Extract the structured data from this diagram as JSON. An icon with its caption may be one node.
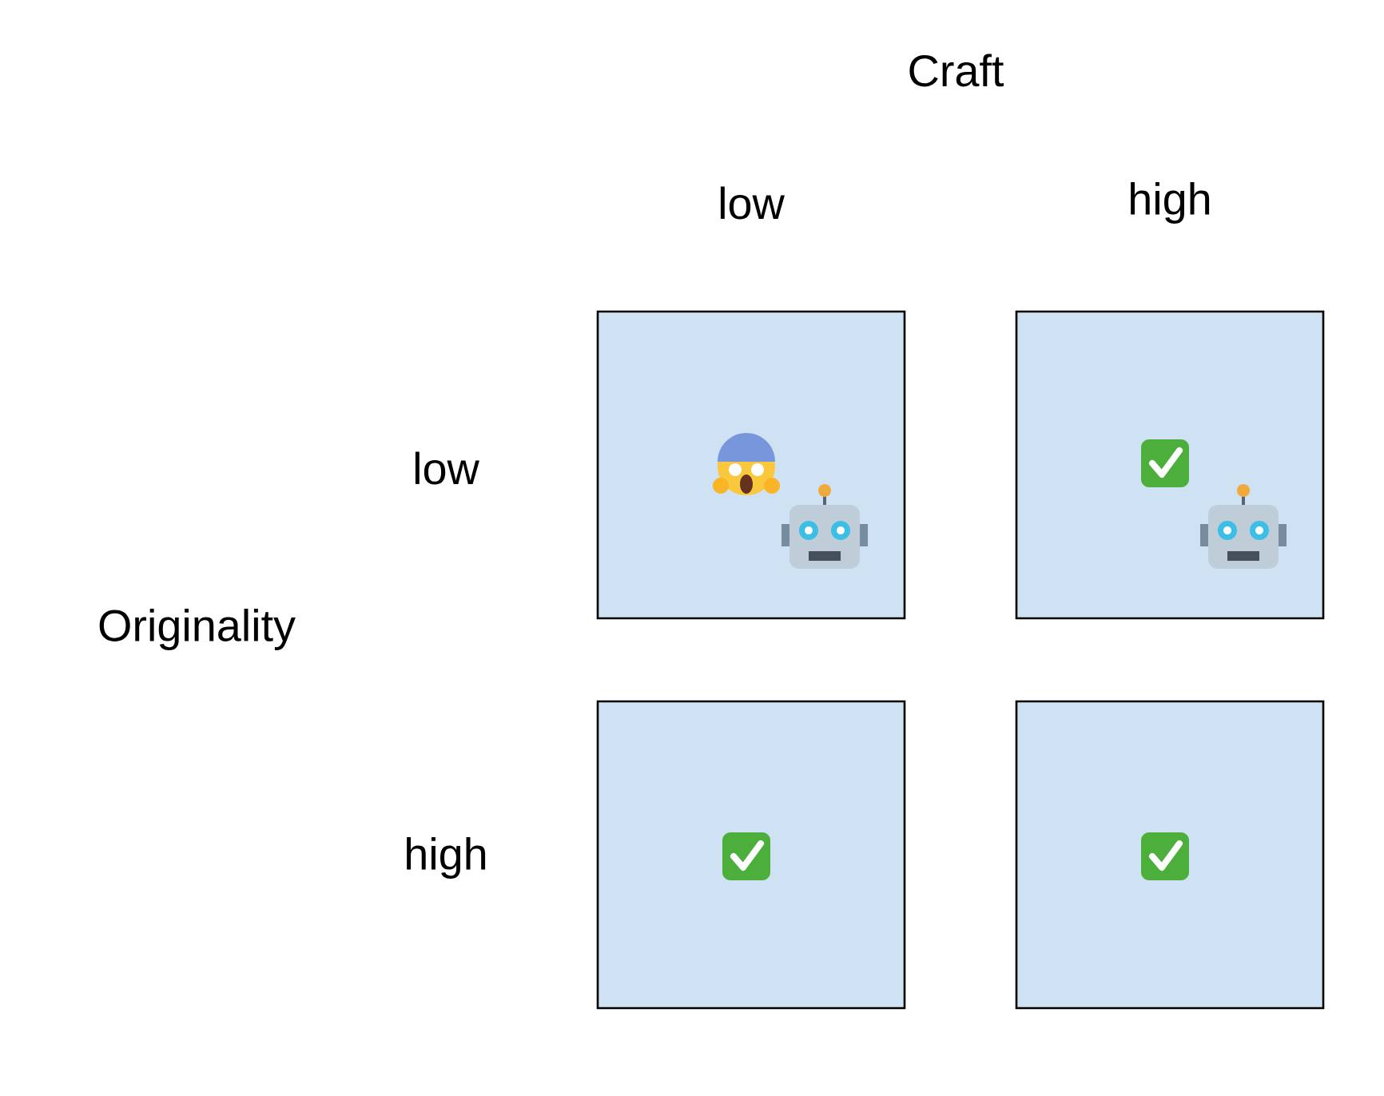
{
  "diagram": {
    "nodes": [
      {
        "text": [],
        "shape": "box"
      },
      {
        "text": [],
        "shape": "box"
      },
      {
        "text": [],
        "shape": "box"
      },
      {
        "text": [],
        "shape": "box"
      }
    ],
    "labels": [
      "Craft",
      "low",
      "high",
      "low",
      "Originality",
      "high"
    ]
  }
}
